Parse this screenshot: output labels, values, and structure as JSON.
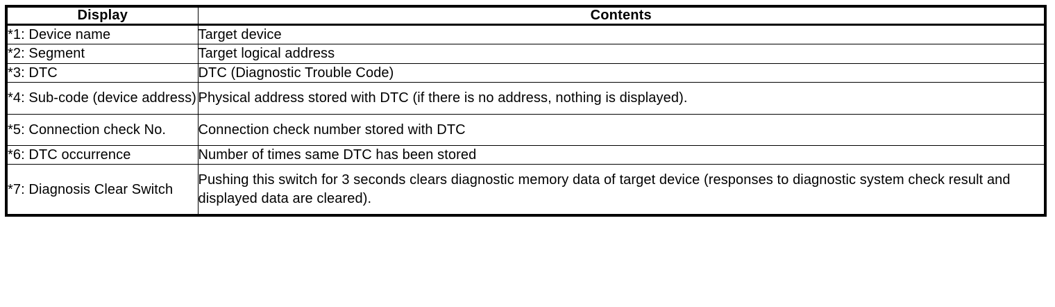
{
  "table": {
    "headers": {
      "display": "Display",
      "contents": "Contents"
    },
    "rows": [
      {
        "display": "*1: Device name",
        "contents": "Target device"
      },
      {
        "display": "*2: Segment",
        "contents": "Target logical address"
      },
      {
        "display": "*3: DTC",
        "contents": "DTC (Diagnostic Trouble Code)"
      },
      {
        "display": "*4: Sub-code (device address)",
        "contents": "Physical address stored with DTC (if there is no address, nothing is displayed)."
      },
      {
        "display": "*5: Connection check No.",
        "contents": "Connection check number stored with DTC"
      },
      {
        "display": "*6: DTC occurrence",
        "contents": "Number of times same DTC has been stored"
      },
      {
        "display": "*7: Diagnosis Clear Switch",
        "contents": "Pushing this switch for 3 seconds clears diagnostic memory data of target device (responses to diagnostic system check result and displayed data are cleared)."
      }
    ]
  },
  "colors": {
    "border": "#000000",
    "text": "#000000",
    "background": "#ffffff"
  }
}
